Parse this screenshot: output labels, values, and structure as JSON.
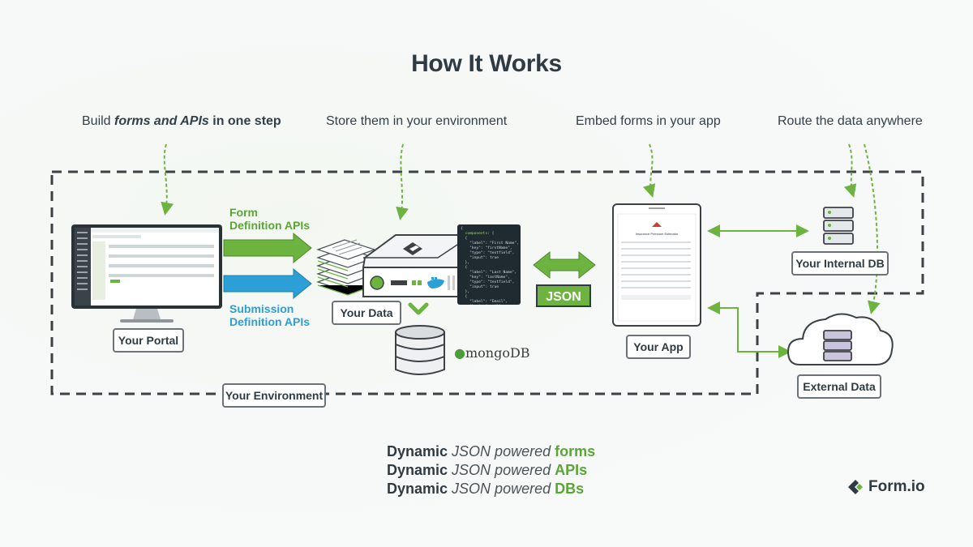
{
  "title": "How It Works",
  "steps": {
    "build": {
      "prefix": "Build ",
      "emphasis": "forms and APIs",
      "suffix": " in one step"
    },
    "store": "Store them in your environment",
    "embed": "Embed forms in your app",
    "route": "Route the data anywhere"
  },
  "arrows": {
    "form_line1": "Form",
    "form_line2": "Definition APIs",
    "submission_line1": "Submission",
    "submission_line2": "Definition APIs",
    "json": "JSON"
  },
  "labels": {
    "portal": "Your Portal",
    "data": "Your Data",
    "app": "Your App",
    "internal_db": "Your Internal DB",
    "external_data": "External Data",
    "environment": "Your Environment",
    "mongodb": "mongoDB"
  },
  "tagline": {
    "line1": {
      "dynamic": "Dynamic",
      "json": " JSON powered ",
      "word": "forms"
    },
    "line2": {
      "dynamic": "Dynamic",
      "json": " JSON powered ",
      "word": "APIs"
    },
    "line3": {
      "dynamic": "Dynamic",
      "json": " JSON powered ",
      "word": "DBs"
    }
  },
  "brand": "Form.io",
  "app_form_title": "Insurance Premium Estimator",
  "colors": {
    "green": "#6cb33f",
    "blue": "#2c9fd6",
    "dark": "#2f3b42",
    "border_dash": "#3c4146"
  },
  "icons": [
    "formio-logo-icon",
    "database-icon",
    "server-icon",
    "cloud-icon",
    "monitor-icon",
    "tablet-icon",
    "docker-icon",
    "mongodb-leaf-icon"
  ]
}
